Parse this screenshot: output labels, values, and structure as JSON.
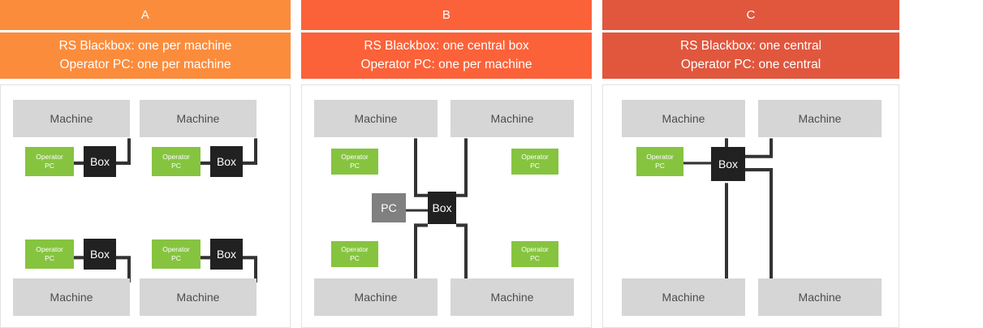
{
  "panels": [
    {
      "id": "A",
      "title": "A",
      "header_color": "#fb8c3c",
      "subtitle_line1": "RS Blackbox: one per machine",
      "subtitle_line2": "Operator PC: one per machine",
      "nodes": {
        "machine_label": "Machine",
        "operator_pc_line1": "Operator",
        "operator_pc_line2": "PC",
        "box_label": "Box"
      },
      "machines": [
        "Machine",
        "Machine",
        "Machine",
        "Machine"
      ],
      "boxes": [
        "Box",
        "Box",
        "Box",
        "Box"
      ],
      "operator_pcs": [
        "Operator PC",
        "Operator PC",
        "Operator PC",
        "Operator PC"
      ]
    },
    {
      "id": "B",
      "title": "B",
      "header_color": "#fb6239",
      "subtitle_line1": "RS Blackbox: one central box",
      "subtitle_line2": "Operator PC: one per machine",
      "nodes": {
        "machine_label": "Machine",
        "operator_pc_line1": "Operator",
        "operator_pc_line2": "PC",
        "box_label": "Box",
        "pc_label": "PC"
      },
      "machines": [
        "Machine",
        "Machine",
        "Machine",
        "Machine"
      ],
      "boxes": [
        "Box"
      ],
      "operator_pcs": [
        "Operator PC",
        "Operator PC",
        "Operator PC",
        "Operator PC"
      ]
    },
    {
      "id": "C",
      "title": "C",
      "header_color": "#e0573e",
      "subtitle_line1": "RS Blackbox: one central",
      "subtitle_line2": "Operator PC: one central",
      "nodes": {
        "machine_label": "Machine",
        "operator_pc_line1": "Operator",
        "operator_pc_line2": "PC",
        "box_label": "Box"
      },
      "machines": [
        "Machine",
        "Machine",
        "Machine",
        "Machine"
      ],
      "boxes": [
        "Box"
      ],
      "operator_pcs": [
        "Operator PC"
      ]
    }
  ],
  "colors": {
    "machine": "#d6d6d6",
    "operator_pc": "#86c440",
    "blackbox": "#212121",
    "gray_pc": "#808080",
    "connector": "#333333",
    "panel_border": "#e2e2e2",
    "background": "#ffffff"
  }
}
